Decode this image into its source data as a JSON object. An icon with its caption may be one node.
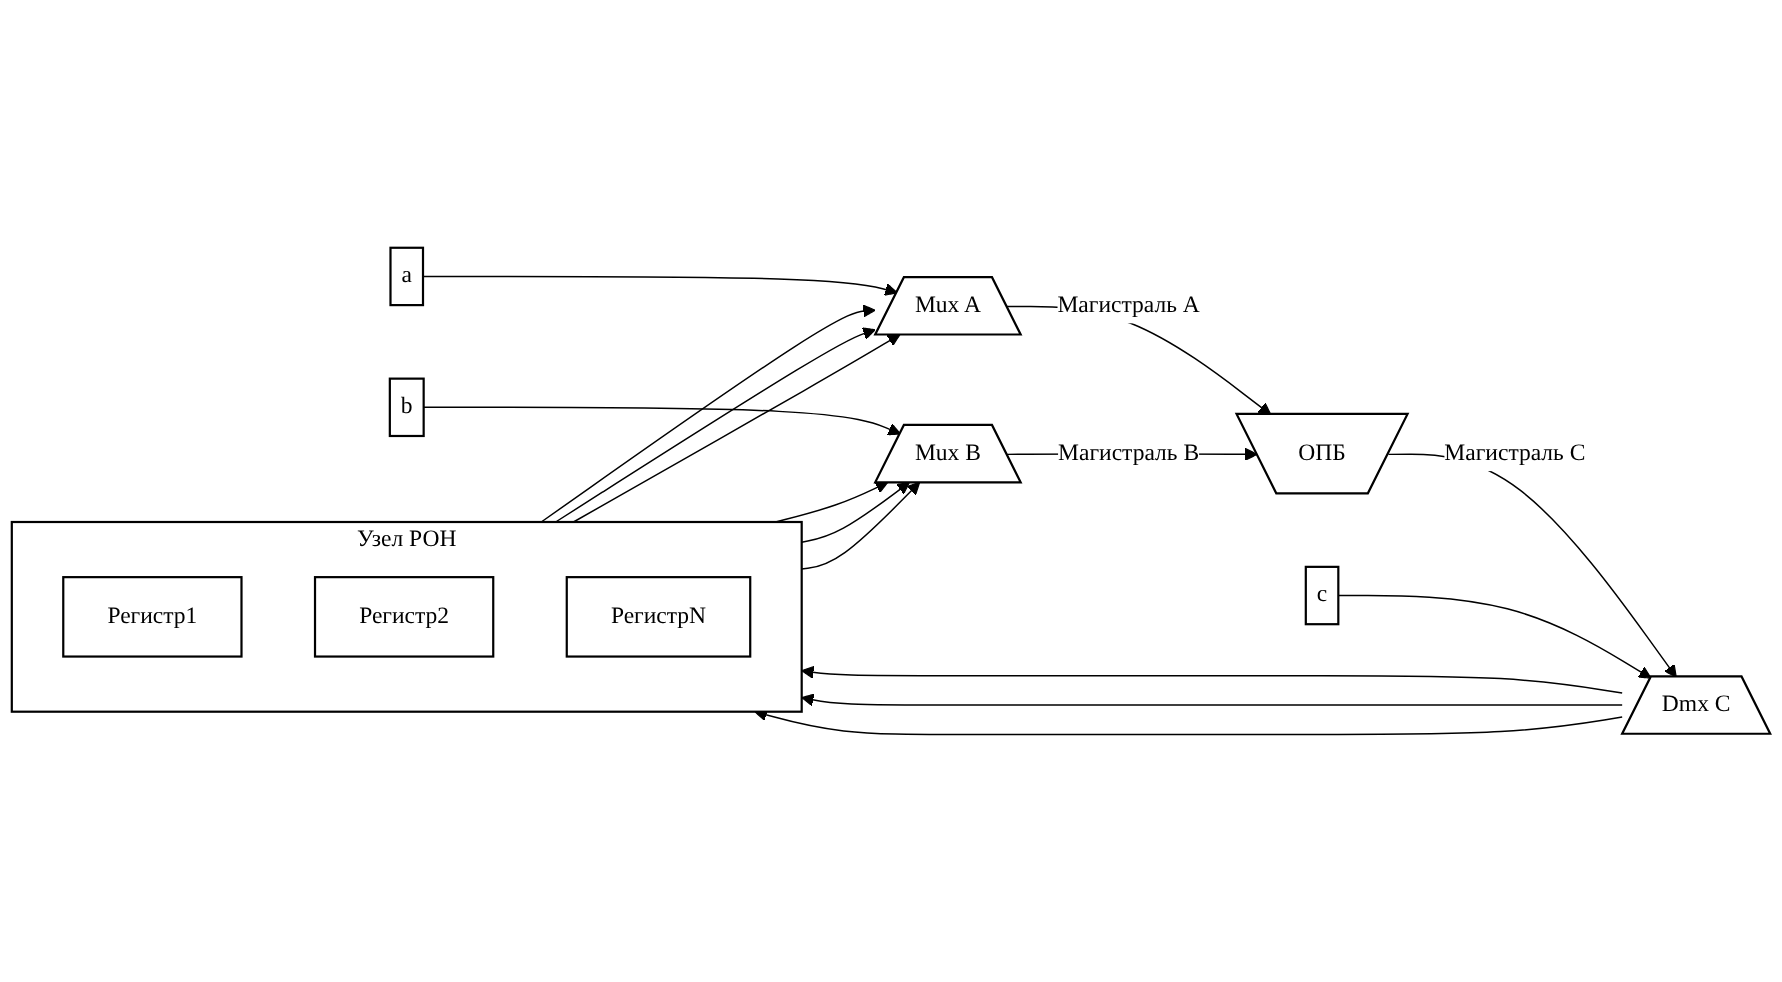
{
  "diagram": {
    "nodes": [
      {
        "text": [
          "Dmx C"
        ]
      },
      {
        "text": [
          "Узел РОН"
        ]
      },
      {
        "text": [
          "Регистр1"
        ],
        "in": 1
      },
      {
        "text": [
          "Регистр2"
        ],
        "in": 1
      },
      {
        "text": [
          "РегистрN"
        ],
        "in": 1
      },
      {
        "text": [
          "Mux A"
        ]
      },
      {
        "text": [
          "Mux B"
        ]
      },
      {
        "text": [
          "ОПБ"
        ]
      },
      {
        "text": [
          "a"
        ]
      },
      {
        "text": [
          "b"
        ]
      },
      {
        "text": [
          "c"
        ]
      }
    ],
    "edges": [
      {
        "from": 0,
        "to": 1,
        "arrow": "to"
      },
      {
        "from": 0,
        "to": 1,
        "arrow": "to"
      },
      {
        "from": 0,
        "to": 1,
        "arrow": "to"
      },
      {
        "from": 1,
        "to": 5,
        "arrow": "to"
      },
      {
        "from": 1,
        "to": 5,
        "arrow": "to"
      },
      {
        "from": 1,
        "to": 5,
        "arrow": "to"
      },
      {
        "from": 1,
        "to": 6,
        "arrow": "to"
      },
      {
        "from": 1,
        "to": 6,
        "arrow": "to"
      },
      {
        "from": 1,
        "to": 6,
        "arrow": "to"
      },
      {
        "from": 5,
        "to": 7,
        "arrow": "to",
        "label": "Магистраль A"
      },
      {
        "from": 6,
        "to": 7,
        "arrow": "to",
        "label": "Магистраль B"
      },
      {
        "from": 7,
        "to": 0,
        "arrow": "to",
        "label": "Магистраль C"
      },
      {
        "from": 8,
        "to": 5,
        "arrow": "to"
      },
      {
        "from": 9,
        "to": 6,
        "arrow": "to"
      },
      {
        "from": 10,
        "to": 0,
        "arrow": "to"
      }
    ]
  }
}
